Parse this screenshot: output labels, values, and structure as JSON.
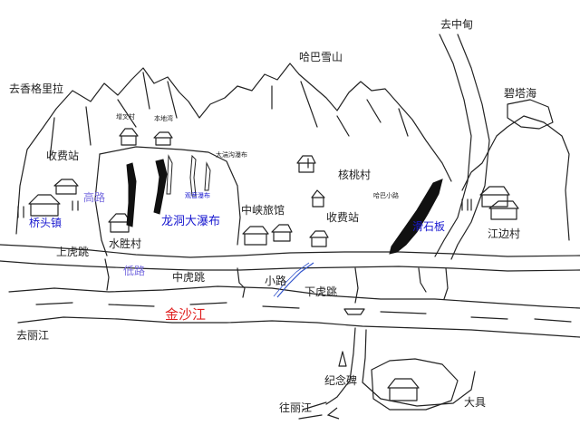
{
  "labels": {
    "to_zhongdian": "去中甸",
    "haba_snow_mountain": "哈巴雪山",
    "to_shangri_la": "去香格里拉",
    "bitahai": "碧塔海",
    "zengcha_village": "增叉村",
    "bendi_wan": "本地湾",
    "daju_waterfall_small": "大湍沟瀑布",
    "toll_station_west": "收费站",
    "walnut_village": "核桃村",
    "high_road": "高路",
    "guanyin_waterfall": "观音瀑布",
    "haba_trail": "哈巴小路",
    "qiaotou_town": "桥头镇",
    "longhe_waterfall": "龙洞大瀑布",
    "mid_gorge_inn": "中峡旅馆",
    "toll_station_east": "收费站",
    "huashiban": "滑石板",
    "jiangbian_village": "江边村",
    "shuisheng_village": "水胜村",
    "upper_tiger_leap": "上虎跳",
    "low_road": "低路",
    "middle_tiger_leap": "中虎跳",
    "trail": "小路",
    "lower_tiger_leap": "下虎跳",
    "jinsha_river": "金沙江",
    "to_lijiang": "去丽江",
    "monument": "纪念碑",
    "daju": "大具",
    "toward_lijiang": "往丽江"
  },
  "colors": {
    "ink": "#222222",
    "blue_label": "#1a1ad0",
    "violet_label": "#7a6fe0",
    "river_label": "#e02020",
    "trail_blue": "#3355cc"
  }
}
